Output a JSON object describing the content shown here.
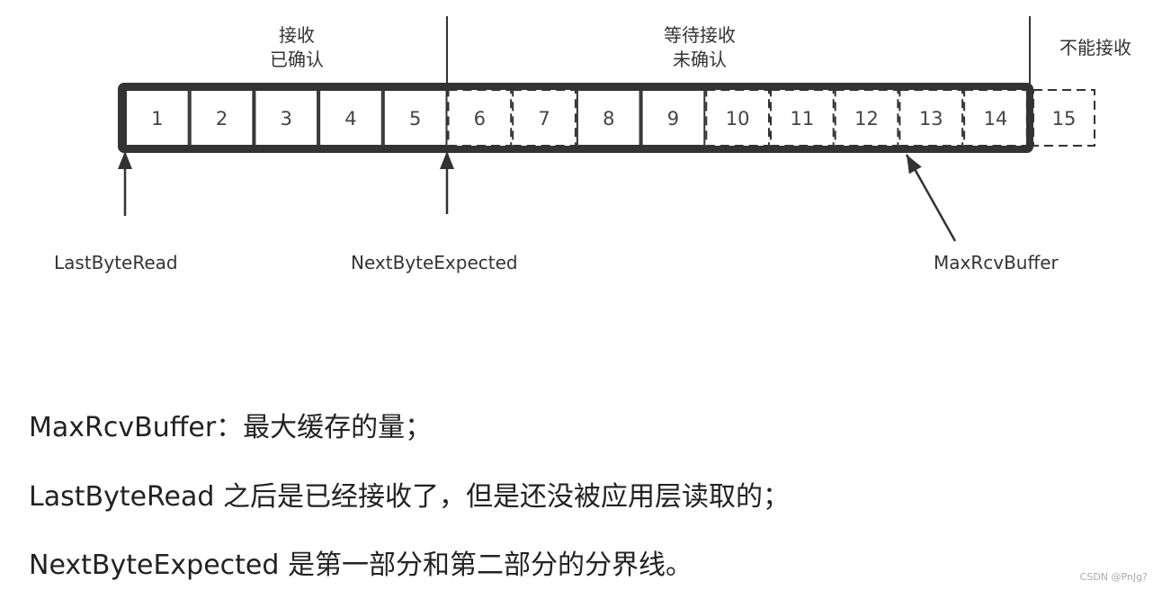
{
  "sections": [
    {
      "line1": "接收",
      "line2": "已确认"
    },
    {
      "line1": "等待接收",
      "line2": "未确认"
    },
    {
      "line1": "不能接收",
      "line2": ""
    }
  ],
  "cells": [
    {
      "label": "1",
      "style": "solid"
    },
    {
      "label": "2",
      "style": "solid"
    },
    {
      "label": "3",
      "style": "solid"
    },
    {
      "label": "4",
      "style": "solid"
    },
    {
      "label": "5",
      "style": "solid"
    },
    {
      "label": "6",
      "style": "dashed"
    },
    {
      "label": "7",
      "style": "dashed"
    },
    {
      "label": "8",
      "style": "solid"
    },
    {
      "label": "9",
      "style": "solid"
    },
    {
      "label": "10",
      "style": "dashed"
    },
    {
      "label": "11",
      "style": "dashed"
    },
    {
      "label": "12",
      "style": "dashed"
    },
    {
      "label": "13",
      "style": "dashed"
    },
    {
      "label": "14",
      "style": "dashed"
    },
    {
      "label": "15",
      "style": "dashed"
    }
  ],
  "pointers": {
    "last_byte_read": "LastByteRead",
    "next_byte_expected": "NextByteExpected",
    "max_rcv_buffer": "MaxRcvBuffer"
  },
  "descriptions": [
    "MaxRcvBuffer：最大缓存的量；",
    "LastByteRead 之后是已经接收了，但是还没被应用层读取的；",
    "NextByteExpected 是第一部分和第二部分的分界线。"
  ],
  "watermark": "CSDN @PnJg?"
}
